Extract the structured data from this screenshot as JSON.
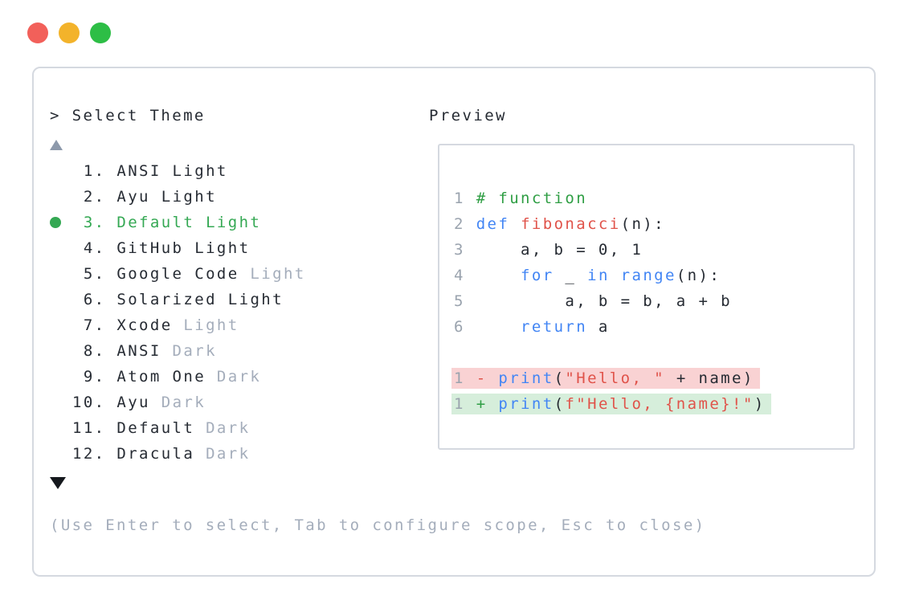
{
  "window": {
    "controls": [
      {
        "name": "close",
        "color": "#f2605a"
      },
      {
        "name": "minimize",
        "color": "#f3b32b"
      },
      {
        "name": "maximize",
        "color": "#2dbe46"
      }
    ]
  },
  "prompt": {
    "text": "> Select Theme"
  },
  "preview": {
    "label": "Preview"
  },
  "theme_list": {
    "scroll_up_icon": "up-triangle",
    "scroll_down_icon": "down-triangle",
    "items": [
      {
        "number": 1,
        "name": "ANSI",
        "variant": "Light",
        "variant_muted": false,
        "selected": false
      },
      {
        "number": 2,
        "name": "Ayu",
        "variant": "Light",
        "variant_muted": false,
        "selected": false
      },
      {
        "number": 3,
        "name": "Default",
        "variant": "Light",
        "variant_muted": false,
        "selected": true
      },
      {
        "number": 4,
        "name": "GitHub",
        "variant": "Light",
        "variant_muted": false,
        "selected": false
      },
      {
        "number": 5,
        "name": "Google Code",
        "variant": "Light",
        "variant_muted": true,
        "selected": false
      },
      {
        "number": 6,
        "name": "Solarized",
        "variant": "Light",
        "variant_muted": false,
        "selected": false
      },
      {
        "number": 7,
        "name": "Xcode",
        "variant": "Light",
        "variant_muted": true,
        "selected": false
      },
      {
        "number": 8,
        "name": "ANSI",
        "variant": "Dark",
        "variant_muted": true,
        "selected": false
      },
      {
        "number": 9,
        "name": "Atom One",
        "variant": "Dark",
        "variant_muted": true,
        "selected": false
      },
      {
        "number": 10,
        "name": "Ayu",
        "variant": "Dark",
        "variant_muted": true,
        "selected": false
      },
      {
        "number": 11,
        "name": "Default",
        "variant": "Dark",
        "variant_muted": true,
        "selected": false
      },
      {
        "number": 12,
        "name": "Dracula",
        "variant": "Dark",
        "variant_muted": true,
        "selected": false
      }
    ]
  },
  "code_preview": {
    "lines": [
      {
        "num": "1",
        "diff": null,
        "tokens": [
          [
            "# function",
            "comment"
          ]
        ]
      },
      {
        "num": "2",
        "diff": null,
        "tokens": [
          [
            "def",
            "kw"
          ],
          [
            " ",
            "plain"
          ],
          [
            "fibonacci",
            "fn"
          ],
          [
            "(n):",
            "plain"
          ]
        ]
      },
      {
        "num": "3",
        "diff": null,
        "tokens": [
          [
            "    a, b = 0, 1",
            "plain"
          ]
        ]
      },
      {
        "num": "4",
        "diff": null,
        "tokens": [
          [
            "    ",
            "plain"
          ],
          [
            "for",
            "kw"
          ],
          [
            " _ ",
            "plain"
          ],
          [
            "in",
            "kw"
          ],
          [
            " ",
            "plain"
          ],
          [
            "range",
            "kw"
          ],
          [
            "(n):",
            "plain"
          ]
        ]
      },
      {
        "num": "5",
        "diff": null,
        "tokens": [
          [
            "        a, b = b, a + b",
            "plain"
          ]
        ]
      },
      {
        "num": "6",
        "diff": null,
        "tokens": [
          [
            "    ",
            "plain"
          ],
          [
            "return",
            "kw"
          ],
          [
            " a",
            "plain"
          ]
        ]
      },
      {
        "num": "",
        "diff": null,
        "tokens": []
      },
      {
        "num": "1",
        "diff": "removed",
        "tokens": [
          [
            "- ",
            "del"
          ],
          [
            "print",
            "kw"
          ],
          [
            "(",
            "plain"
          ],
          [
            "\"Hello, \"",
            "str"
          ],
          [
            " + name)",
            "plain"
          ]
        ]
      },
      {
        "num": "1",
        "diff": "added",
        "tokens": [
          [
            "+ ",
            "add"
          ],
          [
            "print",
            "kw"
          ],
          [
            "(",
            "plain"
          ],
          [
            "f\"Hello, {name}!\"",
            "str"
          ],
          [
            ")",
            "plain"
          ]
        ]
      }
    ]
  },
  "help": {
    "text": "(Use Enter to select, Tab to configure scope, Esc to close)"
  },
  "colors": {
    "text": "#262b33",
    "muted": "#a4adbb",
    "list_green": "#34a853",
    "code_green": "#2f9e44",
    "keyword": "#4285f4",
    "red": "#e0534a",
    "lnum": "#9aa3ae",
    "removed_bg": "#f9d2d3",
    "added_bg": "#d6eedb",
    "border": "#d5d9e0",
    "scroll_up": "#8d99ab",
    "scroll_down": "#15181d"
  }
}
